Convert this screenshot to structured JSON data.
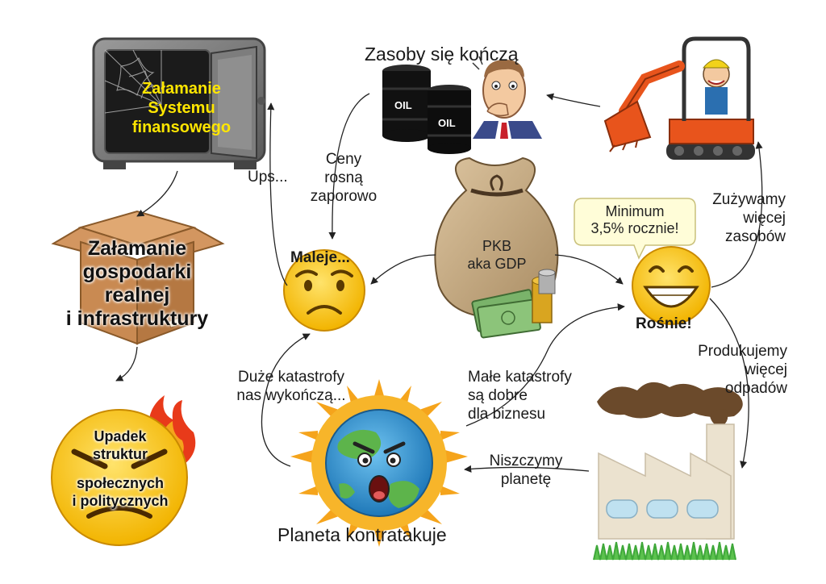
{
  "labels": {
    "safe": [
      "Załamanie",
      "Systemu",
      "finansowego"
    ],
    "resources_title": "Zasoby się kończą",
    "ups": "Ups...",
    "prices": [
      "Ceny",
      "rosną",
      "zaporowo"
    ],
    "economy_box": [
      "Załamanie",
      "gospodarki",
      "realnej",
      "i infrastruktury"
    ],
    "shrinks": "Maleje...",
    "gdp_bag": [
      "PKB",
      "aka GDP"
    ],
    "bubble": [
      "Minimum",
      "3,5% rocznie!"
    ],
    "grows": "Rośnie!",
    "consume": [
      "Zużywamy",
      "więcej",
      "zasobów"
    ],
    "collapse": [
      "Upadek",
      "struktur",
      "społecznych",
      "i politycznych"
    ],
    "big_disasters": [
      "Duże katastrofy",
      "nas wykończą..."
    ],
    "small_disasters": [
      "Małe katastrofy",
      "są dobre",
      "dla biznesu"
    ],
    "waste": [
      "Produkujemy",
      "więcej",
      "odpadów"
    ],
    "destroy": [
      "Niszczymy",
      "planetę"
    ],
    "planet": "Planeta kontratakuje",
    "oil_barrel_1": "OIL",
    "oil_barrel_2": "OIL"
  },
  "colors": {
    "text": "#1a1a1a",
    "safe_text": "#ffe600",
    "emoji_yellow": "#f7c21b",
    "excavator_orange": "#e8541c",
    "bag_brown": "#c9ae86",
    "box_brown": "#c98a52",
    "sun_orange": "#f5a41c",
    "earth_blue": "#3a9ad9",
    "earth_green": "#5db44b",
    "factory": "#ebe2cf",
    "smoke": "#6b4a2b"
  },
  "icons": [
    "safe-icon",
    "oil-barrels-icon",
    "worried-man-icon",
    "excavator-icon",
    "moneybag-icon",
    "sad-face-icon",
    "grinning-face-icon",
    "box-icon",
    "angry-face-icon",
    "fire-icon",
    "earth-icon",
    "factory-icon"
  ]
}
